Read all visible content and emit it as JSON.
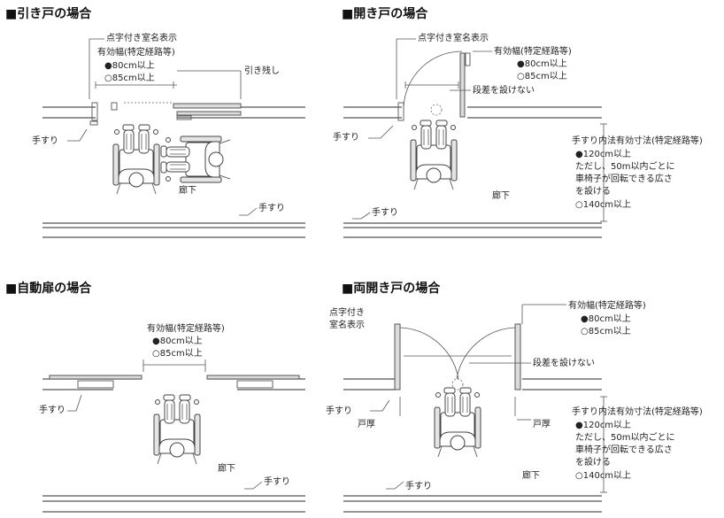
{
  "panels": {
    "sliding": {
      "title": "■引き戸の場合",
      "braille": "点字付き室名表示",
      "width": "有効幅(特定経路等)",
      "w80": "●80cm以上",
      "w85": "○85cm以上",
      "pull_margin": "引き残し",
      "handrail": "手すり",
      "corridor": "廊下",
      "handrail2": "手すり"
    },
    "swing": {
      "title": "■開き戸の場合",
      "braille": "点字付き室名表示",
      "width": "有効幅(特定経路等)",
      "w80": "●80cm以上",
      "w85": "○85cm以上",
      "no_step": "段差を設けない",
      "handrail": "手すり",
      "clear_width": "手すり内法有効寸法(特定経路等)",
      "w120": "●120cm以上",
      "note1": "ただし、50m以内ごとに",
      "note2": "車椅子が回転できる広さ",
      "note3": "を設ける",
      "w140": "○140cm以上",
      "corridor": "廊下",
      "handrail2": "手すり"
    },
    "automatic": {
      "title": "■自動扉の場合",
      "width": "有効幅(特定経路等)",
      "w80": "●80cm以上",
      "w85": "○85cm以上",
      "handrail": "手すり",
      "corridor": "廊下",
      "handrail2": "手すり"
    },
    "double": {
      "title": "■両開き戸の場合",
      "braille1": "点字付き",
      "braille2": "室名表示",
      "width": "有効幅(特定経路等)",
      "w80": "●80cm以上",
      "w85": "○85cm以上",
      "no_step": "段差を設けない",
      "handrail": "手すり",
      "thickness": "戸厚",
      "clear_width": "手すり内法有効寸法(特定経路等)",
      "w120": "●120cm以上",
      "note1": "ただし、50m以内ごとに",
      "note2": "車椅子が回転できる広さ",
      "note3": "を設ける",
      "w140": "○140cm以上",
      "corridor": "廊下",
      "handrail2": "手すり"
    }
  }
}
